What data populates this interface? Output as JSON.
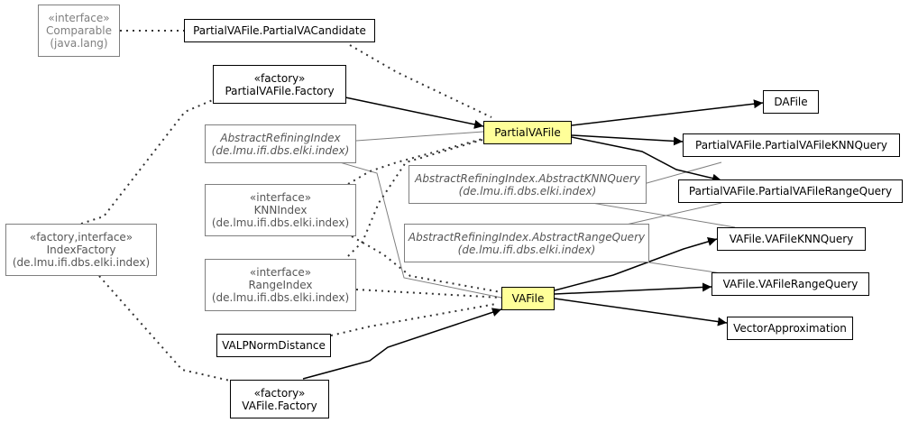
{
  "diagram": {
    "nodes": {
      "comparable": {
        "stereotype": "«interface»",
        "name": "Comparable",
        "pkg": "(java.lang)"
      },
      "pva_candidate": {
        "name": "PartialVAFile.PartialVACandidate"
      },
      "pva_factory": {
        "stereotype": "«factory»",
        "name": "PartialVAFile.Factory"
      },
      "dafile": {
        "name": "DAFile"
      },
      "pvafile": {
        "name": "PartialVAFile"
      },
      "abstract_refining": {
        "name": "AbstractRefiningIndex",
        "pkg": "(de.lmu.ifi.dbs.elki.index)"
      },
      "pva_knnquery": {
        "name": "PartialVAFile.PartialVAFileKNNQuery"
      },
      "ari_knnquery": {
        "name": "AbstractRefiningIndex.AbstractKNNQuery",
        "pkg": "(de.lmu.ifi.dbs.elki.index)"
      },
      "pva_rangequery": {
        "name": "PartialVAFile.PartialVAFileRangeQuery"
      },
      "knnindex": {
        "stereotype": "«interface»",
        "name": "KNNIndex",
        "pkg": "(de.lmu.ifi.dbs.elki.index)"
      },
      "index_factory": {
        "stereotype": "«factory,interface»",
        "name": "IndexFactory",
        "pkg": "(de.lmu.ifi.dbs.elki.index)"
      },
      "ari_rangequery": {
        "name": "AbstractRefiningIndex.AbstractRangeQuery",
        "pkg": "(de.lmu.ifi.dbs.elki.index)"
      },
      "vafile_knnquery": {
        "name": "VAFile.VAFileKNNQuery"
      },
      "rangeindex": {
        "stereotype": "«interface»",
        "name": "RangeIndex",
        "pkg": "(de.lmu.ifi.dbs.elki.index)"
      },
      "vafile": {
        "name": "VAFile"
      },
      "vafile_rangequery": {
        "name": "VAFile.VAFileRangeQuery"
      },
      "vector_approx": {
        "name": "VectorApproximation"
      },
      "valpnorm": {
        "name": "VALPNormDistance"
      },
      "va_factory": {
        "stereotype": "«factory»",
        "name": "VAFile.Factory"
      }
    }
  }
}
